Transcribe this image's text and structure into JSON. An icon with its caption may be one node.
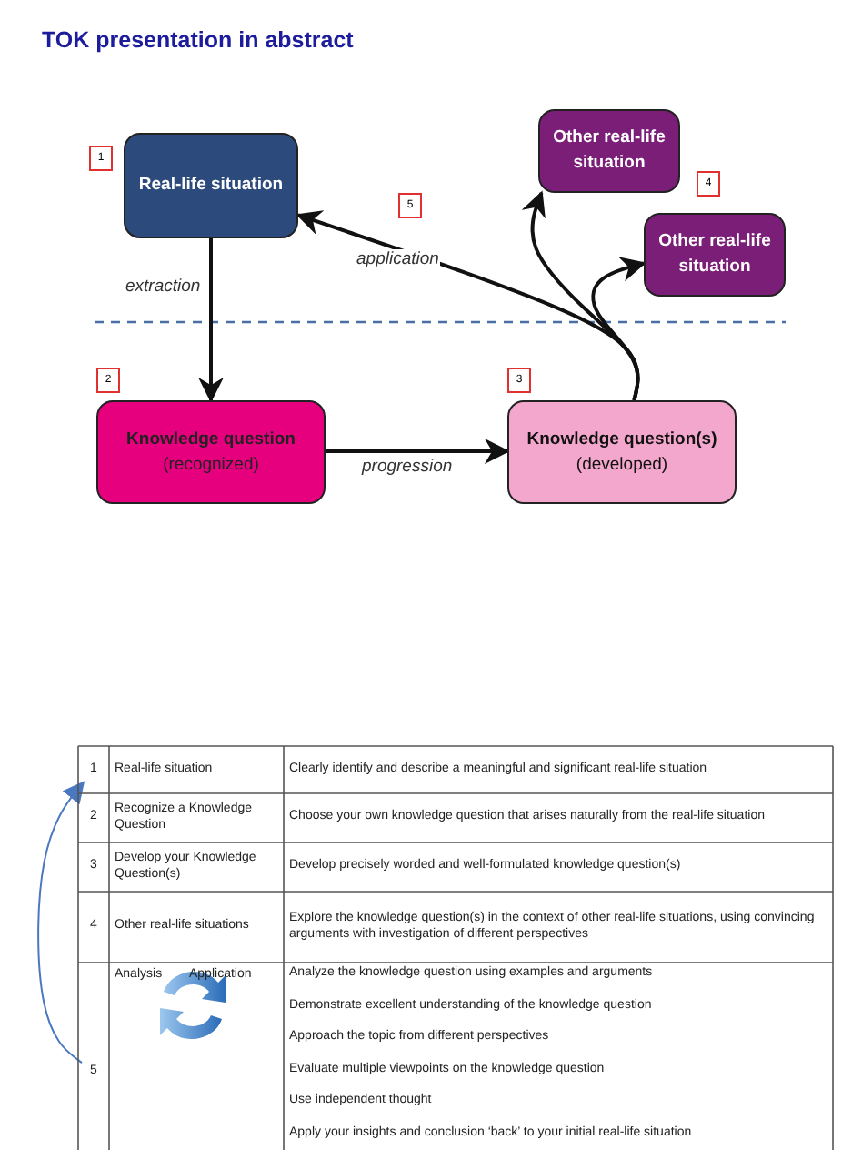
{
  "diagram": {
    "title": "TOK presentation in abstract",
    "nodes": [
      {
        "text": [
          "Real-life situation"
        ]
      },
      {
        "text": [
          "Other real-life situation"
        ]
      },
      {
        "text": [
          "Other real-life situation"
        ]
      },
      {
        "text": [
          "Knowledge question",
          "(recognized)"
        ]
      },
      {
        "text": [
          "Knowledge question(s)",
          "(developed)"
        ]
      },
      {
        "text": [
          "1"
        ]
      },
      {
        "text": [
          "5"
        ]
      }
    ],
    "edges": [
      {
        "from": 0,
        "to": 3,
        "arrow": "to",
        "label": "extraction"
      },
      {
        "from": 3,
        "to": 4,
        "arrow": "to",
        "label": "progression"
      },
      {
        "from": 4,
        "to": 0,
        "arrow": "to",
        "label": "application"
      },
      {
        "from": 4,
        "to": 1,
        "arrow": "to"
      },
      {
        "from": 4,
        "to": 2,
        "arrow": "to"
      },
      {
        "from": 6,
        "to": 5,
        "arrow": "to",
        "color": "#4a78c0"
      }
    ],
    "labels": [
      "1",
      "5",
      "4",
      "2",
      "3",
      "Real-life situation",
      "Clearly identify and describe a meaningful and significant real-life situation",
      "2",
      "Recognize a Knowledge Question",
      "Choose your own knowledge question that arises naturally from the real-life situation",
      "3",
      "Develop your Knowledge Question(s)",
      "Develop precisely worded and well-formulated knowledge question(s)",
      "4",
      "Other real-life situations",
      "Explore the knowledge question(s) in the context of other real-life situations, using convincing arguments with investigation of different perspectives",
      "Analysis",
      "Application",
      "Analyze the knowledge question using examples and arguments",
      "Demonstrate excellent understanding of the knowledge question",
      "Approach the topic from different perspectives",
      "Evaluate multiple viewpoints on the knowledge question",
      "Use independent thought",
      "Apply your insights and conclusion ‘back’ to your initial real-life situation"
    ]
  }
}
